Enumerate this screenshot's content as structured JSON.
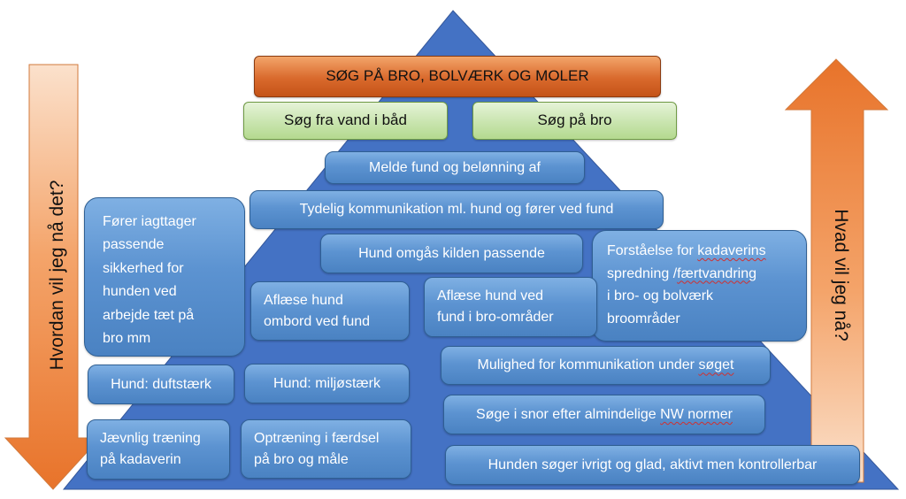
{
  "colors": {
    "pyramid": "#4472c4",
    "box_blue": "#5b9bd5",
    "box_green": "#c5e0b4",
    "box_orange": "#d9692c",
    "arrow_orange": "#ed7d31"
  },
  "top_banner": "SØG PÅ BRO, BOLVÆRK OG MOLER",
  "tier2": {
    "left": "Søg fra vand i båd",
    "right": "Søg på bro"
  },
  "boxes": {
    "melde": "Melde fund og belønning af",
    "tydelig": "Tydelig kommunikation ml. hund og fører ved fund",
    "forer_line1": "Fører iagttager",
    "forer_line2": "passende",
    "forer_line3": "sikkerhed for",
    "forer_line4": "hunden ved",
    "forer_line5": "arbejde tæt på",
    "forer_line6": "bro mm",
    "omgaas": "Hund omgås kilden passende",
    "forstaaelse_line1_a": "Forståelse for ",
    "forstaaelse_line1_b": "kadaverins",
    "forstaaelse_line2_a": "spredning /",
    "forstaaelse_line2_b": "færtvandring",
    "forstaaelse_line3": "i bro- og bolværk",
    "forstaaelse_line4": "broområder",
    "aflaese_ombord_line1": "Aflæse hund",
    "aflaese_ombord_line2": "ombord ved fund",
    "aflaese_bro_line1": "Aflæse hund ved",
    "aflaese_bro_line2": "fund i bro-områder",
    "mulighed_a": "Mulighed for kommunikation under ",
    "mulighed_b": "søget",
    "duftstaerk": "Hund: duftstærk",
    "miljostaerk": "Hund: miljøstærk",
    "soege_a": "Søge i snor efter almindelige ",
    "soege_b": "NW normer",
    "jaevnlig_line1": "Jævnlig træning",
    "jaevnlig_line2": "på kadaverin",
    "optraening_line1": "Optræning i færdsel",
    "optraening_line2": "på bro og måle",
    "hunden": "Hunden søger ivrigt og glad, aktivt men kontrollerbar"
  },
  "arrows": {
    "left_label": "Hvordan vil jeg nå det?",
    "right_label": "Hvad vil jeg nå?"
  }
}
